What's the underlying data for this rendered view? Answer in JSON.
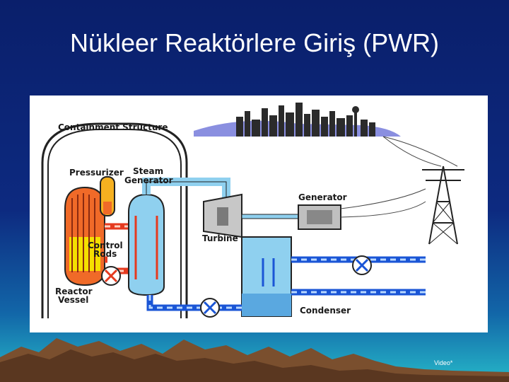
{
  "title": "Nükleer Reaktörlere Giriş (PWR)",
  "diagram": {
    "labels": {
      "containment": "Containment Structure",
      "pressurizer": "Pressurizer",
      "steam_generator_1": "Steam",
      "steam_generator_2": "Generator",
      "generator": "Generator",
      "turbine": "Turbine",
      "control_rods_1": "Control",
      "control_rods_2": "Rods",
      "reactor_vessel_1": "Reactor",
      "reactor_vessel_2": "Vessel",
      "condenser": "Condenser"
    }
  },
  "footer": {
    "video_link": "Video*"
  },
  "colors": {
    "primary_loop": "#e53a1f",
    "secondary_loop": "#1a55d6",
    "water": "#8fd0ef",
    "fuel": "#f5e000",
    "background_top": "#0a1f6b",
    "background_bottom": "#26b7c8"
  }
}
